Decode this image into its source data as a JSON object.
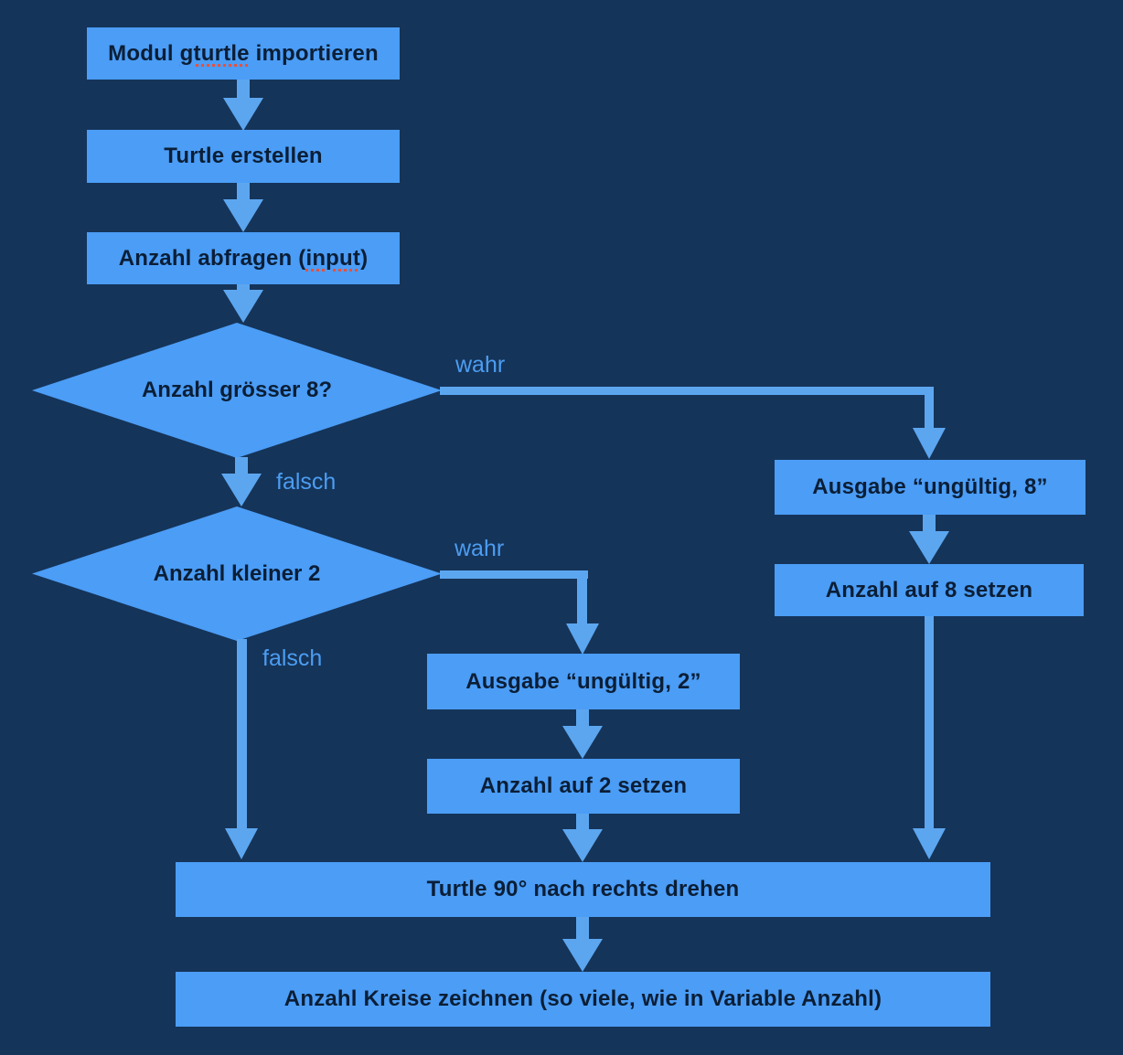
{
  "diagram": {
    "type": "flowchart",
    "language": "de",
    "colors": {
      "background": "#153459",
      "node_fill": "#4b9df6",
      "connector": "#5ca6f0",
      "node_text": "#0b1e36",
      "edge_label_text": "#4c9df2",
      "spellcheck_underline": "#e8513c"
    },
    "nodes": {
      "import_module": {
        "type": "process",
        "text_prefix": "Modul ",
        "misspelled_word": "gturtle",
        "text_suffix": " importieren"
      },
      "create_turtle": {
        "type": "process",
        "label": "Turtle erstellen"
      },
      "ask_count": {
        "type": "process",
        "text_prefix": "Anzahl abfragen (",
        "misspelled_word": "input",
        "text_suffix": ")"
      },
      "check_greater_8": {
        "type": "decision",
        "label": "Anzahl grösser 8?"
      },
      "check_less_2": {
        "type": "decision",
        "label": "Anzahl kleiner 2"
      },
      "output_invalid_8": {
        "type": "process",
        "label": "Ausgabe “ungültig, 8”"
      },
      "set_count_8": {
        "type": "process",
        "label": "Anzahl auf 8 setzen"
      },
      "output_invalid_2": {
        "type": "process",
        "label": "Ausgabe “ungültig, 2”"
      },
      "set_count_2": {
        "type": "process",
        "label": "Anzahl auf 2 setzen"
      },
      "turn_right_90": {
        "type": "process",
        "label": "Turtle 90° nach rechts drehen"
      },
      "draw_circles": {
        "type": "process",
        "label": "Anzahl Kreise zeichnen (so viele, wie in Variable Anzahl)"
      }
    },
    "edge_labels": {
      "greater_true": "wahr",
      "greater_false": "falsch",
      "less_true": "wahr",
      "less_false": "falsch"
    },
    "edges": [
      {
        "from": "import_module",
        "to": "create_turtle"
      },
      {
        "from": "create_turtle",
        "to": "ask_count"
      },
      {
        "from": "ask_count",
        "to": "check_greater_8"
      },
      {
        "from": "check_greater_8",
        "to": "output_invalid_8",
        "condition": "wahr"
      },
      {
        "from": "check_greater_8",
        "to": "check_less_2",
        "condition": "falsch"
      },
      {
        "from": "output_invalid_8",
        "to": "set_count_8"
      },
      {
        "from": "set_count_8",
        "to": "turn_right_90"
      },
      {
        "from": "check_less_2",
        "to": "output_invalid_2",
        "condition": "wahr"
      },
      {
        "from": "check_less_2",
        "to": "turn_right_90",
        "condition": "falsch"
      },
      {
        "from": "output_invalid_2",
        "to": "set_count_2"
      },
      {
        "from": "set_count_2",
        "to": "turn_right_90"
      },
      {
        "from": "turn_right_90",
        "to": "draw_circles"
      }
    ]
  }
}
